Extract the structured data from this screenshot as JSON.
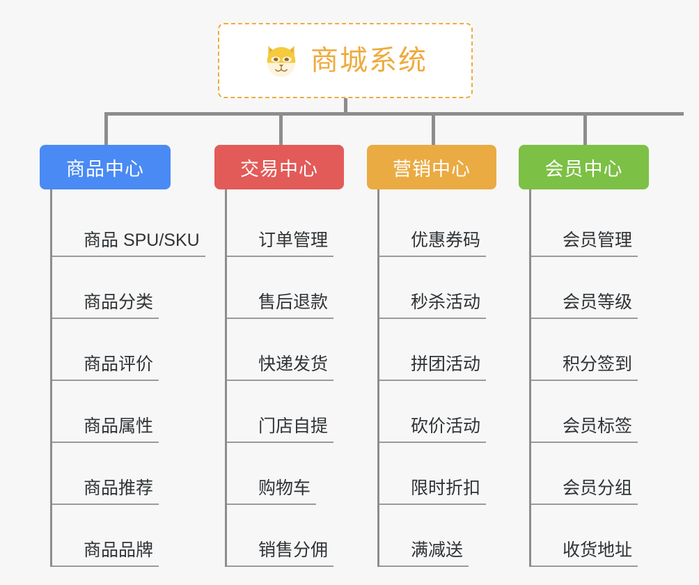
{
  "page": {
    "background": "#f7f7f7",
    "line_color": "#8d8d8d",
    "leaf_text_color": "#2f3336"
  },
  "root": {
    "title": "商城系统",
    "icon": "shiba-dog-face-emoji",
    "border_color": "#eeab3e",
    "text_color": "#eeab3e",
    "background": "#ffffff"
  },
  "branches": [
    {
      "label": "商品中心",
      "color": "#4a8af4",
      "items": [
        "商品 SPU/SKU",
        "商品分类",
        "商品评价",
        "商品属性",
        "商品推荐",
        "商品品牌"
      ]
    },
    {
      "label": "交易中心",
      "color": "#e35b58",
      "items": [
        "订单管理",
        "售后退款",
        "快递发货",
        "门店自提",
        "购物车",
        "销售分佣"
      ]
    },
    {
      "label": "营销中心",
      "color": "#eaab42",
      "items": [
        "优惠券码",
        "秒杀活动",
        "拼团活动",
        "砍价活动",
        "限时折扣",
        "满减送"
      ]
    },
    {
      "label": "会员中心",
      "color": "#7cc045",
      "items": [
        "会员管理",
        "会员等级",
        "积分签到",
        "会员标签",
        "会员分组",
        "收货地址"
      ]
    }
  ]
}
